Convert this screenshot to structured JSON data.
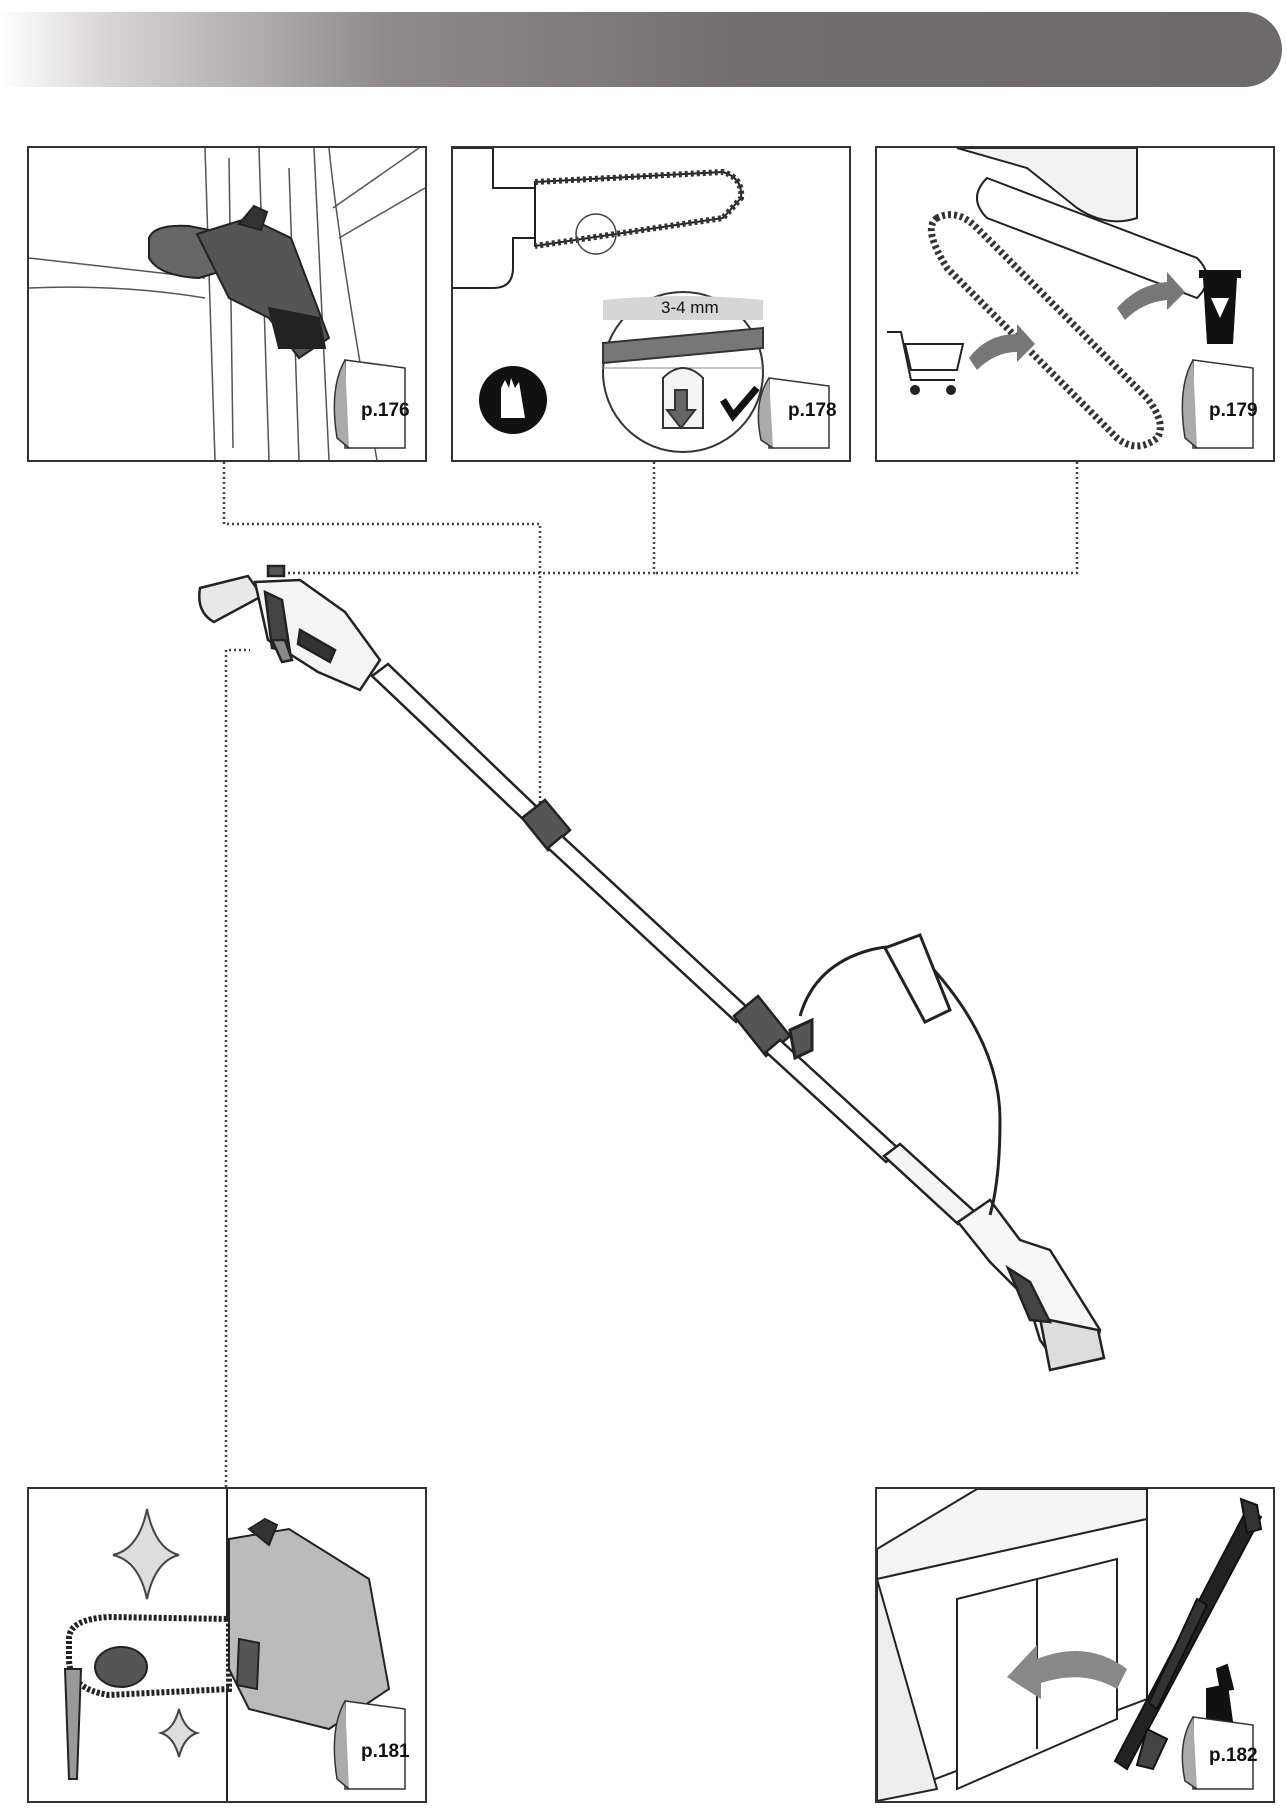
{
  "panels": {
    "cutting": {
      "page_ref": "p.176"
    },
    "chain_tension": {
      "page_ref": "p.178",
      "measurement": "3-4 mm"
    },
    "chain_replacement": {
      "page_ref": "p.179"
    },
    "cleaning": {
      "page_ref": "p.181"
    },
    "storage": {
      "page_ref": "p.182"
    }
  },
  "icons": [
    "gloves-icon",
    "shopping-cart-icon",
    "recycle-bin-icon",
    "sparkle-icon",
    "brush-icon",
    "checkmark-icon",
    "arrow-down-icon",
    "curved-arrow-icon"
  ]
}
